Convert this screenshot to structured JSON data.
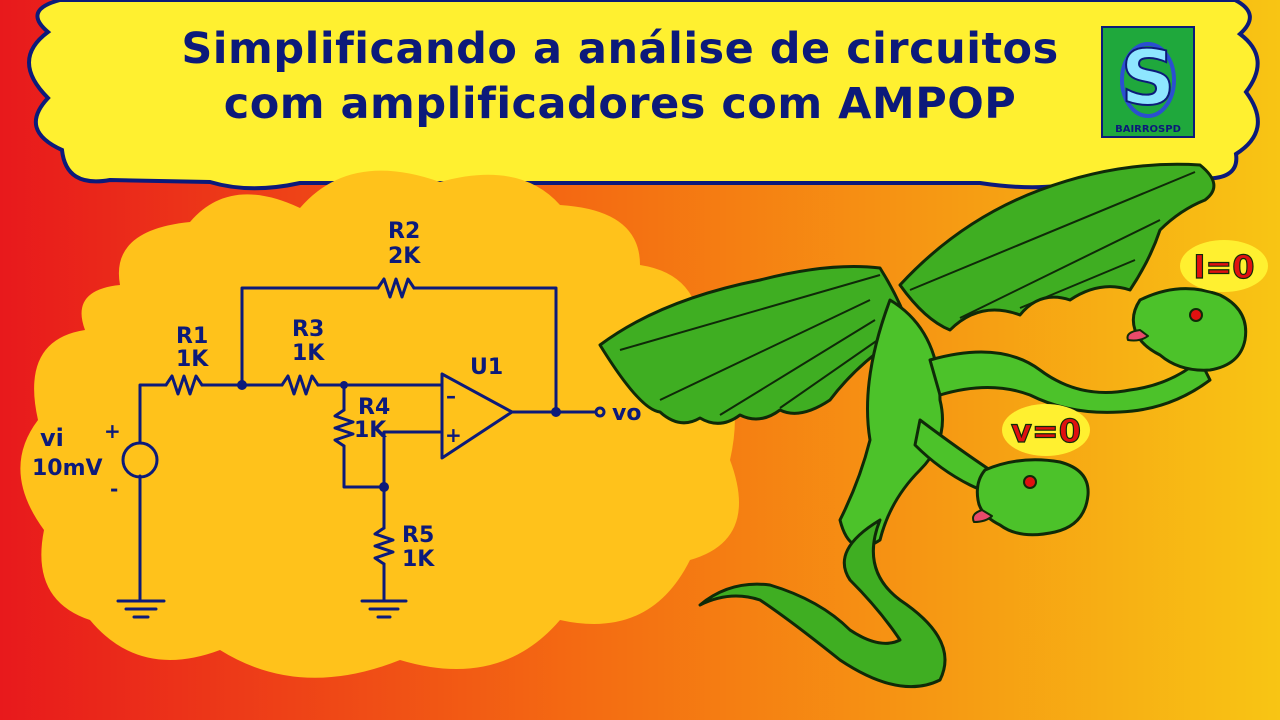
{
  "title": {
    "line1": "Simplificando a análise de circuitos",
    "line2": "com amplificadores com AMPOP"
  },
  "logo": {
    "letter": "S",
    "label": "BAIRROSPD",
    "bg": "#1fa83c",
    "ring": "#2b4fd0"
  },
  "circuit": {
    "r1": {
      "name": "R1",
      "value": "1K"
    },
    "r2": {
      "name": "R2",
      "value": "2K"
    },
    "r3": {
      "name": "R3",
      "value": "1K"
    },
    "r4": {
      "name": "R4",
      "value": "1K"
    },
    "r5": {
      "name": "R5",
      "value": "1K"
    },
    "opamp": {
      "name": "U1",
      "minus": "–",
      "plus": "+"
    },
    "source": {
      "name": "vi",
      "value": "10mV",
      "plus": "+",
      "minus": "-"
    },
    "output": {
      "label": "vo"
    }
  },
  "dragon": {
    "bubble_top": "I=0",
    "bubble_bottom": "v=0",
    "color": "#3fae22"
  },
  "colors": {
    "bg_left": "#e8191c",
    "bg_right": "#f8c514",
    "title_bg": "#fff030",
    "cloud": "#ffc21b",
    "ink": "#0c1a7a"
  }
}
